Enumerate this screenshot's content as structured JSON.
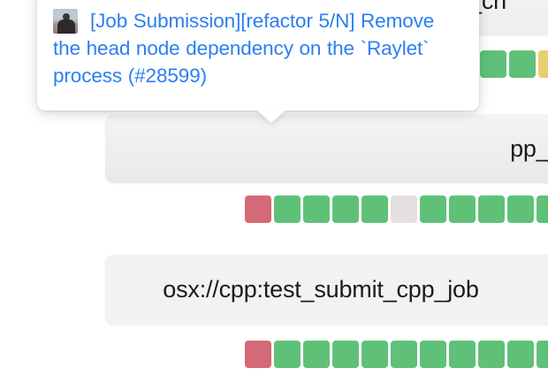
{
  "tooltip": {
    "avatar_alt": "commit-author-avatar",
    "commit_message": "[Job Submission][refactor 5/N] Remove the head node dependency on the `Raylet` process (#28599)",
    "link_color": "#2b7ff0"
  },
  "rows": [
    {
      "name": "_cn",
      "results": [
        "pass",
        "pass",
        "flaky"
      ]
    },
    {
      "name": "pp_job",
      "results": [
        "fail",
        "pass",
        "pass",
        "pass",
        "pass",
        "none",
        "pass",
        "pass",
        "pass",
        "pass",
        "pass"
      ]
    },
    {
      "name": "osx://cpp:test_submit_cpp_job",
      "results": [
        "fail",
        "pass",
        "pass",
        "pass",
        "pass",
        "pass",
        "pass",
        "pass",
        "pass",
        "pass",
        "pass"
      ]
    }
  ],
  "legend": {
    "pass_color": "#5fc177",
    "fail_color": "#d36a76",
    "flaky_color": "#e8ce6e",
    "none_color": "#e4e0e0"
  }
}
